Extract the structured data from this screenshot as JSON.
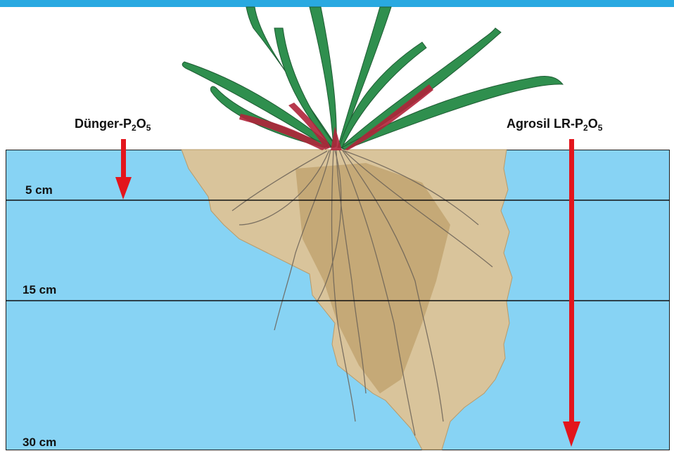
{
  "labels": {
    "left_arrow": {
      "text": "Dünger-P",
      "sub1": "2",
      "mid": "O",
      "sub2": "5"
    },
    "right_arrow": {
      "text": "Agrosil LR-P",
      "sub1": "2",
      "mid": "O",
      "sub2": "5"
    }
  },
  "depths": [
    "5 cm",
    "15 cm",
    "30 cm"
  ],
  "colors": {
    "background_band": "#29a9e1",
    "soil_background": "#87d3f4",
    "arrow": "#e3151c",
    "root_soil": "#d8c29a",
    "leaf_green": "#2f8f4e",
    "leaf_red": "#b0243a"
  }
}
